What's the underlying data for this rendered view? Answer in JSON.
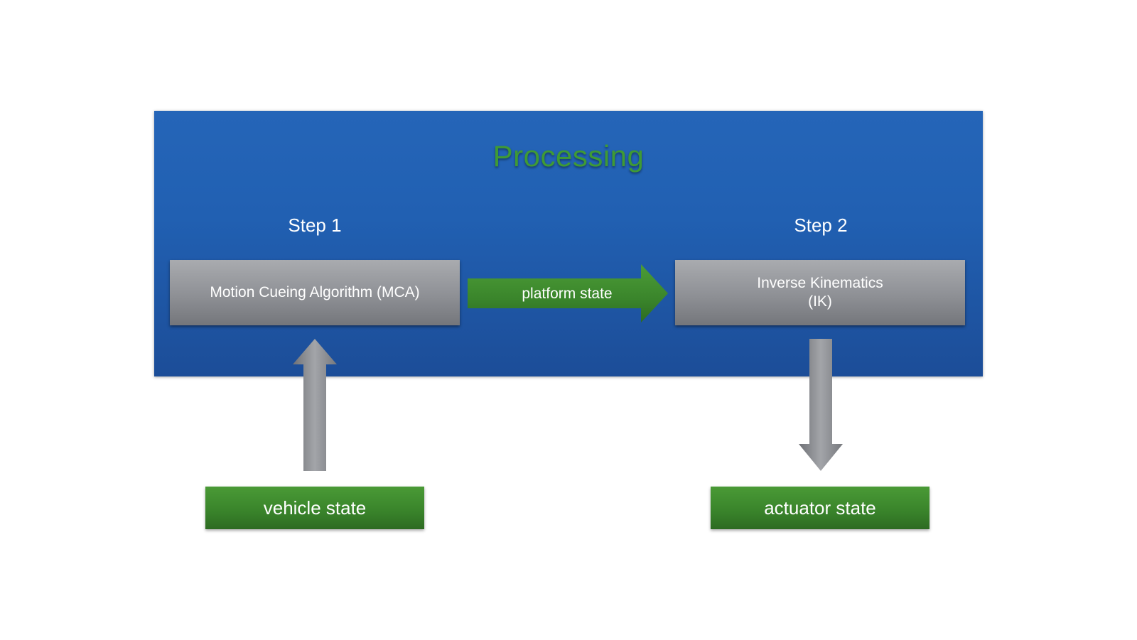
{
  "diagram": {
    "title": "Processing",
    "steps": [
      {
        "label": "Step 1",
        "box_lines": [
          "Motion Cueing Algorithm (MCA)"
        ]
      },
      {
        "label": "Step 2",
        "box_lines": [
          "Inverse Kinematics",
          "(IK)"
        ]
      }
    ],
    "connector_label": "platform state",
    "input_label": "vehicle state",
    "output_label": "actuator state"
  },
  "colors": {
    "panel_blue": "#2160b2",
    "title_green": "#3f9a35",
    "box_gray": "#8e9095",
    "state_green": "#3a852b"
  }
}
